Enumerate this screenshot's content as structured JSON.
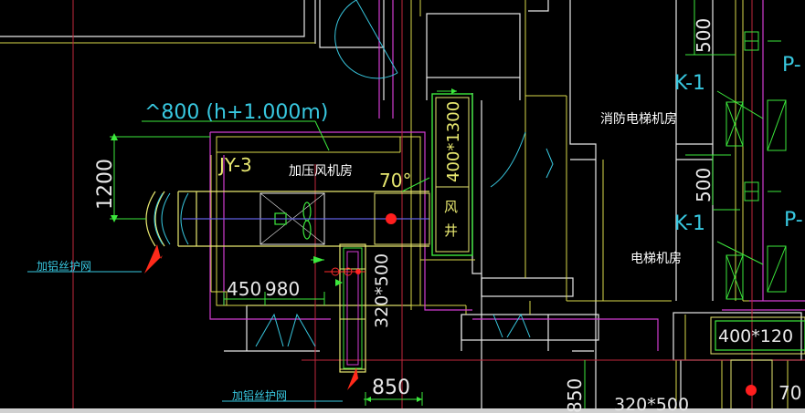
{
  "colors": {
    "background": "#000000",
    "wall": "#e8e8e8",
    "wall_yellow": "#d8d84a",
    "magenta": "#d23cd2",
    "cyan": "#38c8e0",
    "green": "#3ce83c",
    "red_axis": "#c0283c",
    "blue": "#6060e0",
    "red_dot": "#ff1e1e",
    "arrow_red": "#ff2a1a",
    "text_white": "#ffffff"
  },
  "labels": {
    "duct_800": "^800 (h+1.000m)",
    "dim_1200": "1200",
    "fan_tag": "JY-3",
    "pressurization_room": "加压风机房",
    "angle_70": "70°",
    "shaft_size": "400*1300",
    "air_shaft": "风井",
    "dim_450": "450",
    "dim_980": "980",
    "dim_320x500_v": "320*500",
    "dim_850": "850",
    "mesh_left": "加铝丝护网",
    "mesh_bottom": "加铝丝护网",
    "fire_elevator_room": "消防电梯机房",
    "elevator_room": "电梯机房",
    "k1_top": "K-1",
    "k1_mid": "K-1",
    "p_top": "P-",
    "p_mid": "P-",
    "dim_500_top": "500",
    "dim_500_mid": "500",
    "duct_400x1200": "400*120",
    "dim_850_bottom": "850",
    "dim_320x500_bottom": "320*500",
    "dim_70_bottom": "70"
  }
}
